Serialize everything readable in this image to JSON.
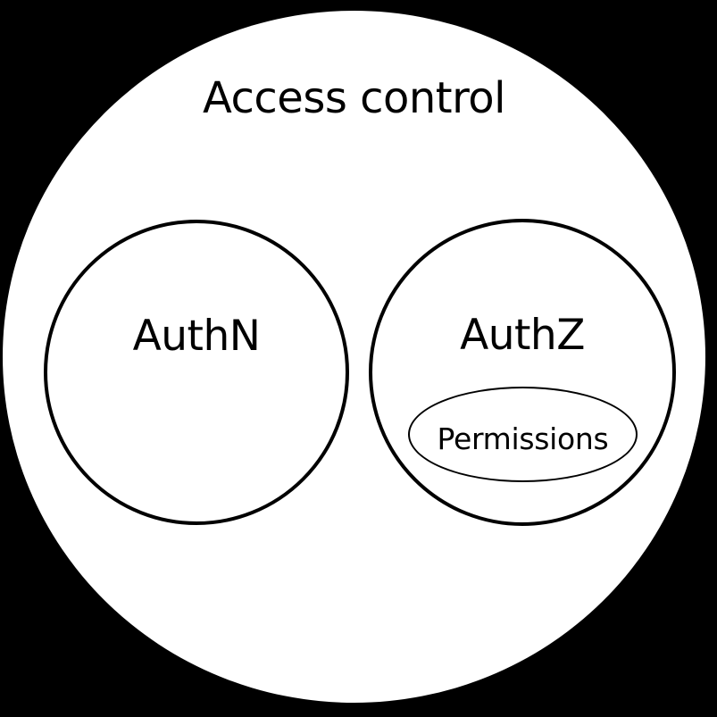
{
  "diagram": {
    "type": "venn",
    "outer_set": {
      "label": "Access control"
    },
    "sets": [
      {
        "label": "AuthN",
        "children": []
      },
      {
        "label": "AuthZ",
        "children": [
          {
            "label": "Permissions"
          }
        ]
      }
    ],
    "colors": {
      "background": "#000000",
      "set_fill": "#ffffff",
      "stroke": "#000000",
      "text": "#000000"
    }
  }
}
